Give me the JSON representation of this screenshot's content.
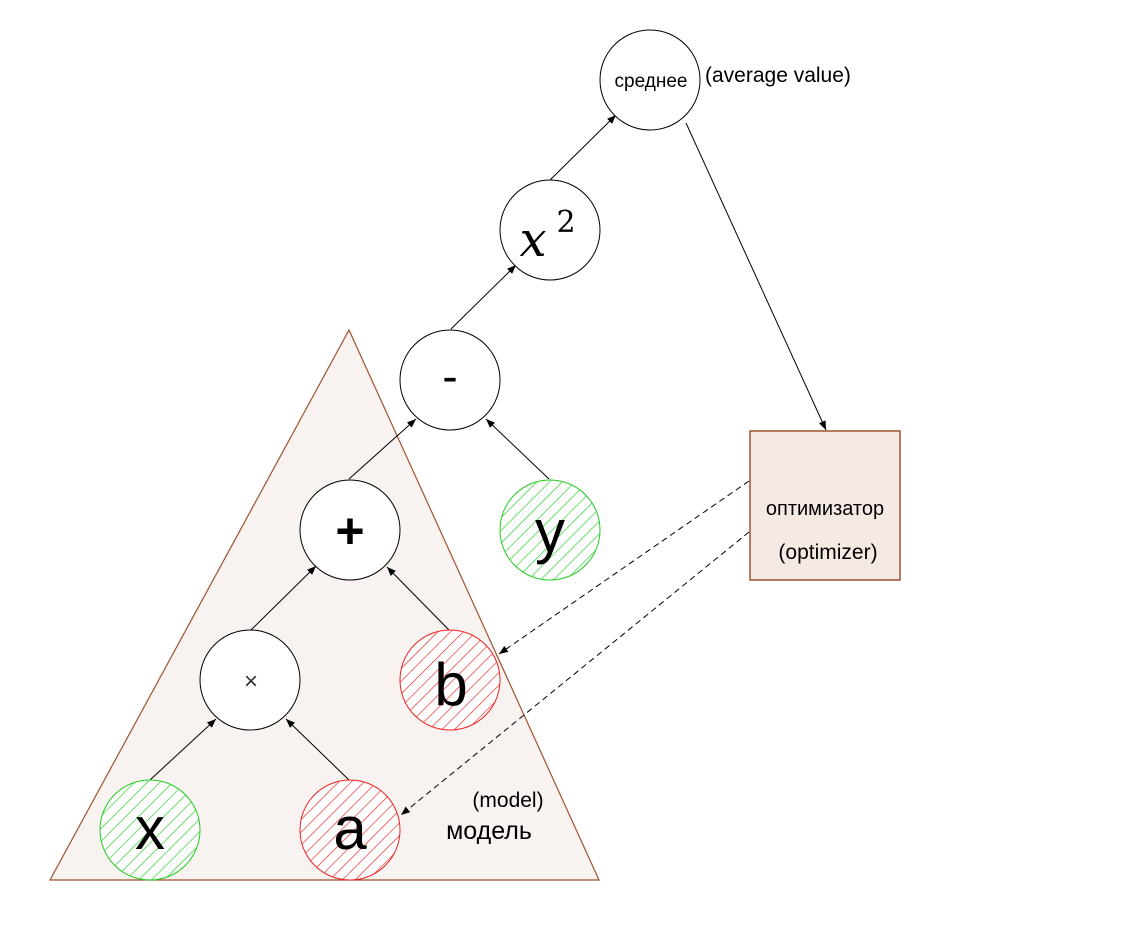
{
  "nodes": {
    "mean": {
      "label": "среднее"
    },
    "square": {
      "base": "x",
      "exponent": "2"
    },
    "minus": {
      "label": "-"
    },
    "plus": {
      "label": "+"
    },
    "times": {
      "label": "×"
    },
    "y": {
      "label": "y",
      "role": "data-input",
      "color": "#22cc22"
    },
    "b": {
      "label": "b",
      "role": "parameter",
      "color": "#ee2222"
    },
    "x": {
      "label": "x",
      "role": "data-input",
      "color": "#22cc22"
    },
    "a": {
      "label": "a",
      "role": "parameter",
      "color": "#ee2222"
    }
  },
  "labels": {
    "mean_en": "(average value)",
    "optimizer_ru": "оптимизатор",
    "optimizer_en": "(optimizer)",
    "model_en": "(model)",
    "model_ru": "модель"
  },
  "colors": {
    "model_fill": "#f8f2f0",
    "model_stroke": "#a0522d",
    "optimizer_fill": "#f5e9e4",
    "optimizer_stroke": "#a0522d",
    "data_hatch": "#22cc22",
    "param_hatch": "#ee2222"
  }
}
